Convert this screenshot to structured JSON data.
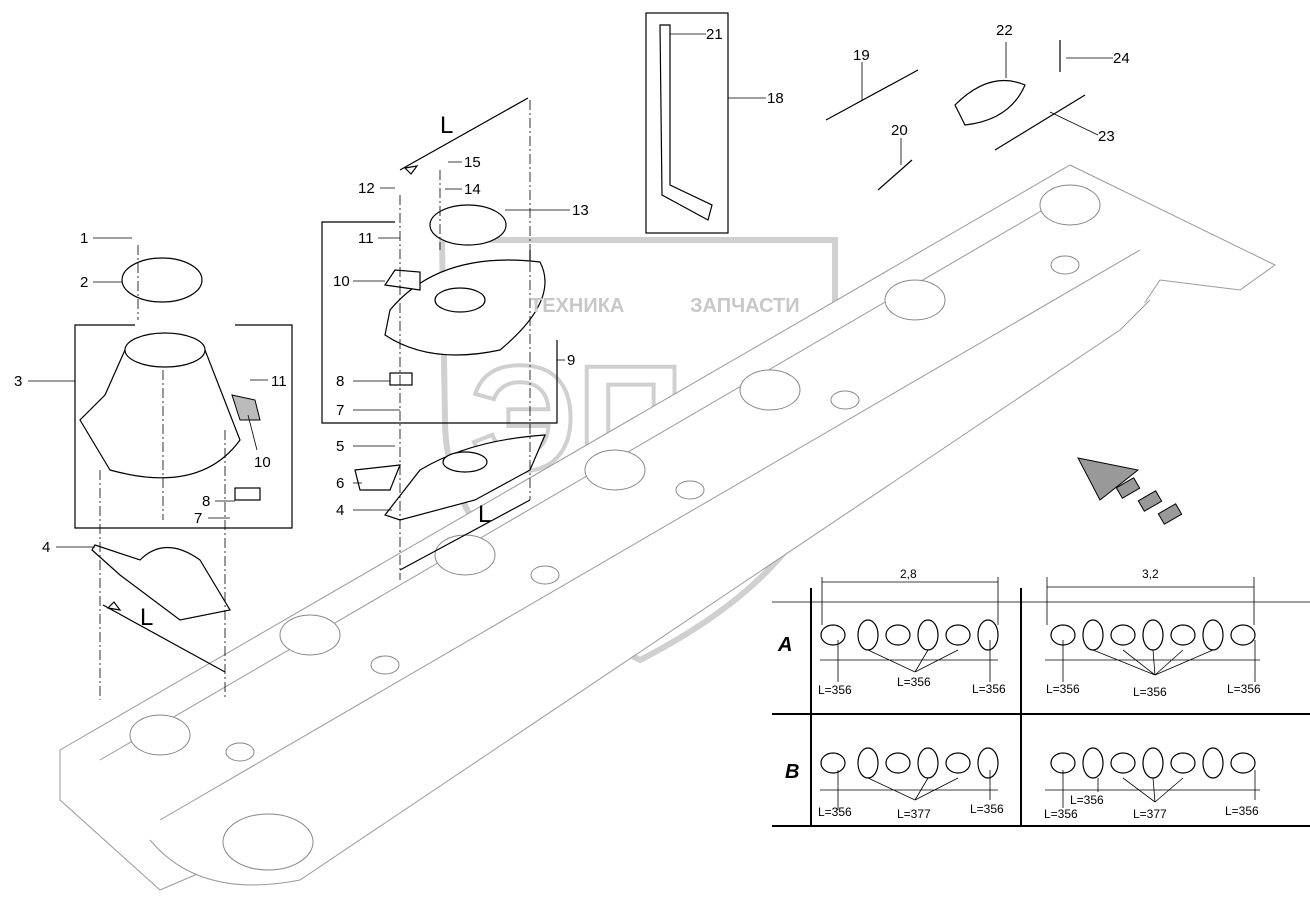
{
  "watermark": {
    "left": "ТЕХНИКА",
    "right": "ЗАПЧАСТИ",
    "logo": "ЭПФ"
  },
  "callouts": {
    "c1": "1",
    "c2": "2",
    "c3": "3",
    "c11a": "11",
    "c10a": "10",
    "c8a": "8",
    "c7a": "7",
    "c4a": "4",
    "c12": "12",
    "c15": "15",
    "c14": "14",
    "c13": "13",
    "c11b": "11",
    "c10b": "10",
    "c9": "9",
    "c8b": "8",
    "c7b": "7",
    "c5": "5",
    "c6": "6",
    "c4b": "4",
    "c21": "21",
    "c18": "18",
    "c19": "19",
    "c22": "22",
    "c24": "24",
    "c23": "23",
    "c20": "20"
  },
  "dimension_label": "L",
  "table": {
    "widths": [
      "2,8",
      "3,2"
    ],
    "rows": [
      {
        "label": "A",
        "left": [
          "L=356",
          "L=356",
          "L=356"
        ],
        "right": [
          "L=356",
          "L=356",
          "L=356"
        ]
      },
      {
        "label": "B",
        "left": [
          "L=356",
          "L=377",
          "L=356"
        ],
        "right": [
          "L=356",
          "L=356",
          "L=377",
          "L=356"
        ]
      }
    ]
  },
  "colors": {
    "lines": "#000000",
    "frame": "#9a9a9a",
    "watermark": "#c8c8c8"
  }
}
